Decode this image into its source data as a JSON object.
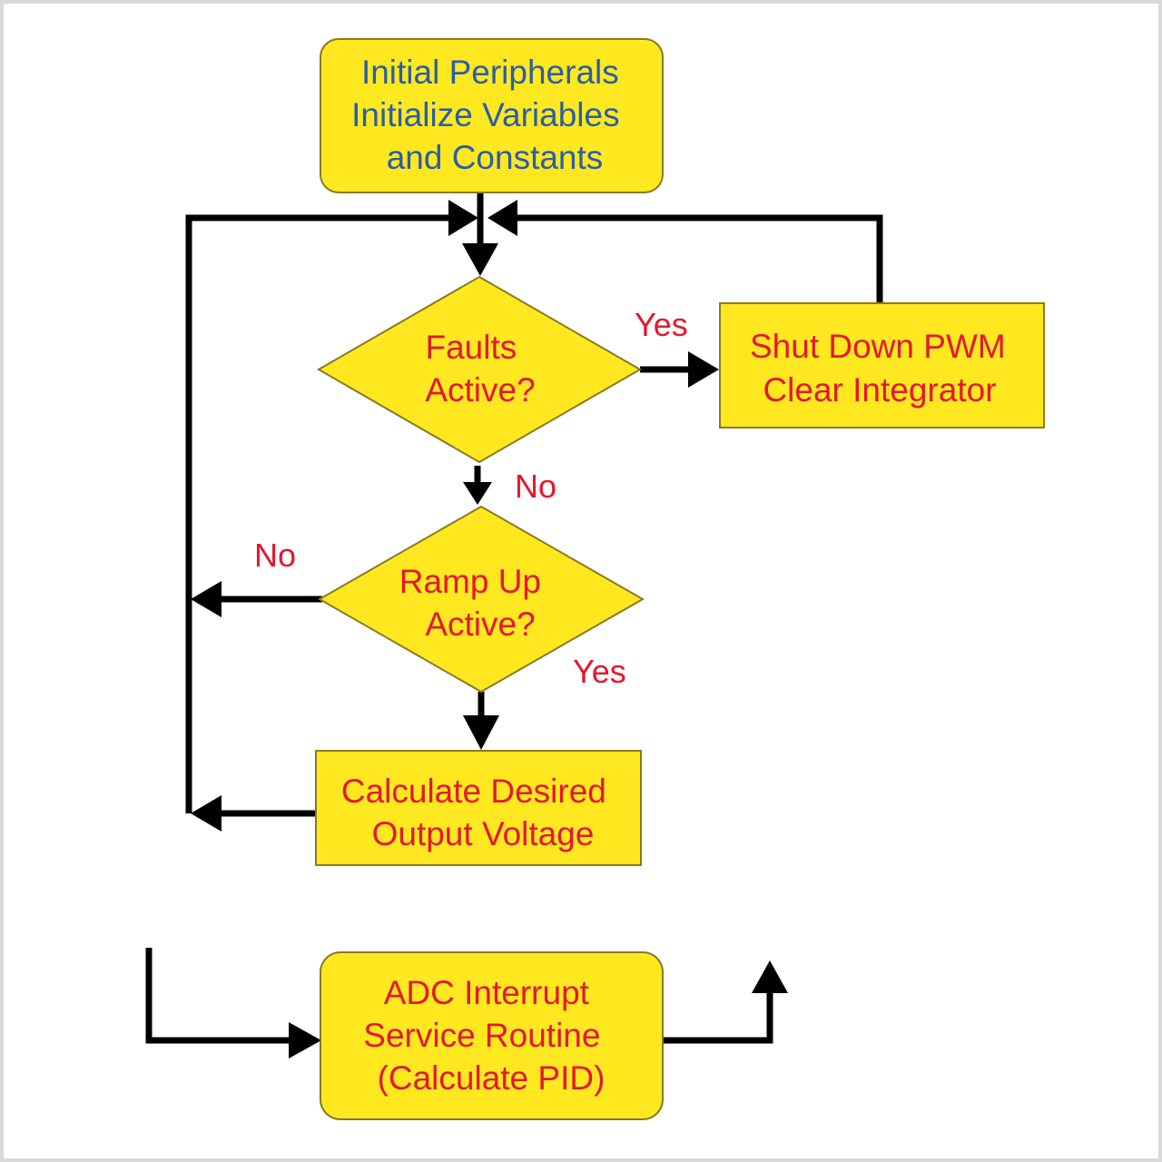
{
  "colors": {
    "node_fill": "#ffe81f",
    "node_stroke": "#8a7a20",
    "start_text": "#2a5ea8",
    "text": "#e3182d",
    "edge": "#000000",
    "frame": "#d9d9d9"
  },
  "nodes": {
    "init": {
      "shape": "rounded-rectangle",
      "lines": [
        "Initial Peripherals",
        "Initialize Variables",
        "and Constants"
      ]
    },
    "faults": {
      "shape": "diamond",
      "lines": [
        "Faults",
        "Active?"
      ]
    },
    "shutdown": {
      "shape": "rectangle",
      "lines": [
        "Shut Down PWM",
        "Clear Integrator"
      ]
    },
    "ramp": {
      "shape": "diamond",
      "lines": [
        "Ramp Up",
        "Active?"
      ]
    },
    "calc": {
      "shape": "rectangle",
      "lines": [
        "Calculate Desired",
        "Output Voltage"
      ]
    },
    "adc": {
      "shape": "rounded-rectangle",
      "lines": [
        "ADC Interrupt",
        "Service Routine",
        "(Calculate PID)"
      ]
    }
  },
  "edges": {
    "faults_yes": {
      "from": "faults",
      "to": "shutdown",
      "label": "Yes"
    },
    "faults_no": {
      "from": "faults",
      "to": "ramp",
      "label": "No"
    },
    "ramp_no": {
      "from": "ramp",
      "to": "loop",
      "label": "No"
    },
    "ramp_yes": {
      "from": "ramp",
      "to": "calc",
      "label": "Yes"
    }
  }
}
